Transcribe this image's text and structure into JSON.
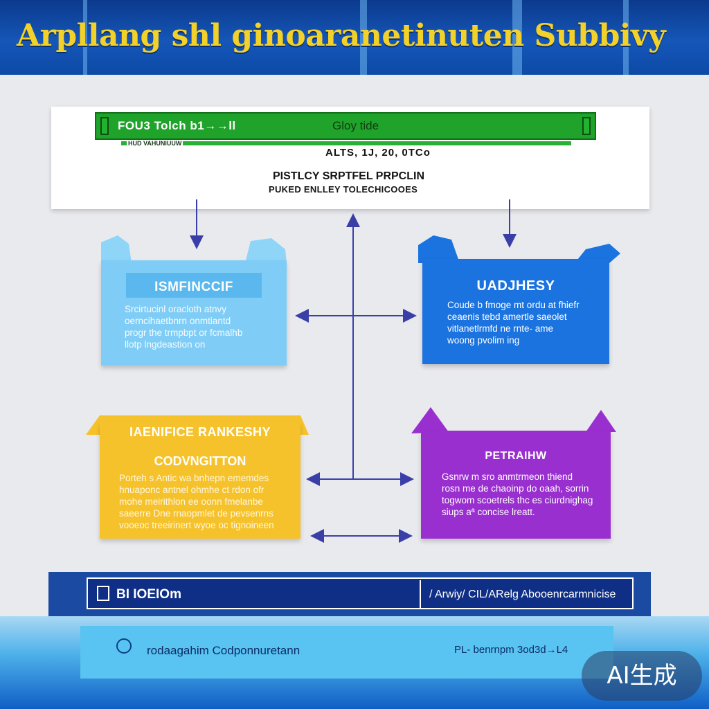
{
  "header": {
    "title": "Arpllang shl ginoaranetinuten Subbivy"
  },
  "top_card": {
    "green_left": "FOU3 Tolch b1→→ll",
    "green_center": "Gloy tide",
    "green_sub": "HUD VAHUNIUUW",
    "date": "ALTS, 1J, 20, 0TCo",
    "caption_line1": "PISTLCY SRPTFEL PRPCLIN",
    "caption_line2": "PUKED ENLLEY TOLECHICOOES"
  },
  "sections": {
    "sky": {
      "heading": "ISMFINCCIF",
      "body": "Srcirtucinl oracloth atnvy\noerncihaetbnrn onmtiantd\nprogr the trmpbpt or fcmalhb\nllotp lngdeastion on"
    },
    "blue": {
      "heading": "UADJHESY",
      "body": "Coude b fmoge mt ordu at fhiefr\nceaenis tebd amertle saeolet\nvitlanetlrmfd ne rnte- ame\nwoong pvolim ing"
    },
    "yellow": {
      "heading": "IAENIFICE RANKESHY",
      "subheading": "CODVNGITTON",
      "body": "Porteh s Antic wa bnhepn ememdes\nhnuaponc antnel ohmhe ct rdon ofr\nmohe meirithlon ee oonn fmelanbe\nsaeerre Dne rnaopmlet de pevsenrns\nvooeoc treeirinert wyoe oc tignoineen"
    },
    "purple": {
      "heading": "PETRAIHW",
      "body": "Gsnrw m sro anmtrmeon thiend\nrosn me de chaoinp do oaah, sorrin\ntogwom scoetrels thc es ciurdnighag\nsiups aª concise lreatt."
    }
  },
  "bottom": {
    "navy_left": "BI IOEIOm",
    "navy_right": "/ Arwiy/ CIL/ARelg Abooenrcarmnicise",
    "cyan_left": "rodaagahim Codponnuretann",
    "cyan_right": "PL- benrnpm 3od3d→L4"
  },
  "badge": "AI生成",
  "colors": {
    "header": "#1556b8",
    "title": "#f2d12a",
    "sky": "#7fcdf6",
    "blue": "#1b73e0",
    "yellow": "#f6c22c",
    "purple": "#9a2fd0",
    "connector": "#3a3fa8"
  }
}
